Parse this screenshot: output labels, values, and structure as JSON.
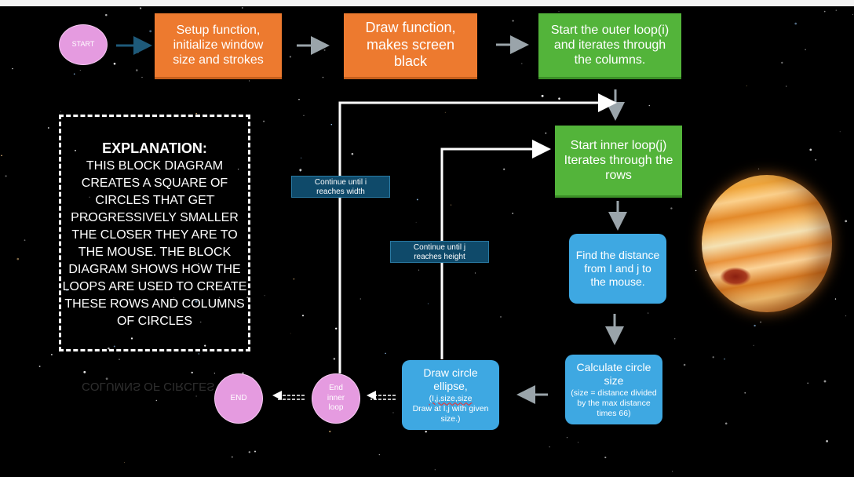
{
  "colors": {
    "process_orange": "#ed7a2f",
    "loop_green": "#53b43a",
    "step_blue": "#3ea8e2",
    "terminal_pink": "#e59be0",
    "label_navy": "#0f4a6a",
    "background": "#000000"
  },
  "nodes": {
    "start": "START",
    "setup": "Setup function, initialize window size and strokes",
    "draw": "Draw function, makes screen black",
    "outer_loop": "Start the outer loop(i) and iterates through the columns.",
    "inner_loop": "Start inner loop(j) Iterates through the rows",
    "find_distance": "Find the distance from I and j to the mouse.",
    "calc_size": {
      "main": "Calculate circle size",
      "sub": "(size = distance divided by the max distance times 66)"
    },
    "draw_circle": {
      "main": "Draw circle ellipse,",
      "sub_1": "(I,j,size,size",
      "sub_2": "Draw at I,j with given size.)"
    },
    "end_inner": "End inner loop",
    "end": "END"
  },
  "labels": {
    "continue_width": "Continue until i reaches width",
    "continue_height": "Continue until j reaches height"
  },
  "explanation": {
    "title": "EXPLANATION:",
    "body": "THIS BLOCK DIAGRAM CREATES A SQUARE OF CIRCLES THAT GET PROGRESSIVELY SMALLER THE CLOSER THEY ARE TO THE MOUSE. THE BLOCK DIAGRAM SHOWS HOW THE LOOPS ARE USED TO CREATE THESE ROWS AND COLUMNS OF CIRCLES",
    "reflection": "COLUMNS OF CIRCLES"
  },
  "decor": {
    "planet": "jupiter-planet",
    "background": "starfield"
  }
}
